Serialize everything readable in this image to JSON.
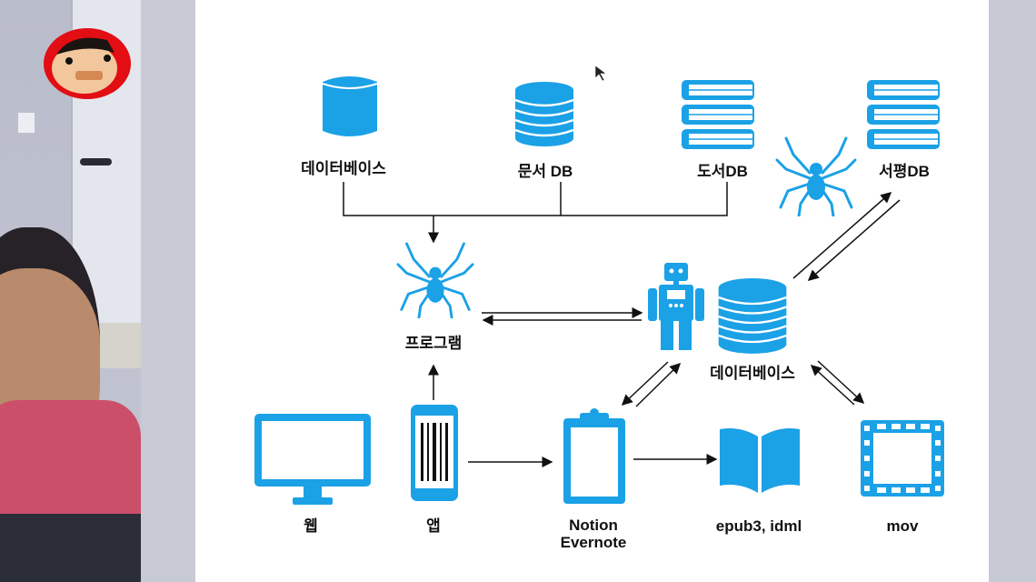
{
  "colors": {
    "accent": "#1ba1e6",
    "slide_bg": "#ffffff",
    "frame": "#c8cbd6"
  },
  "webcam": {
    "avatar_icon": "cartoon-face-avatar"
  },
  "diagram": {
    "top": [
      {
        "label": "데이터베이스",
        "icon": "database-cylinder-icon"
      },
      {
        "label": "문서 DB",
        "icon": "database-stack-icon"
      },
      {
        "label": "도서DB",
        "icon": "books-icon"
      },
      {
        "label": "서평DB",
        "icon": "books-icon"
      }
    ],
    "program": {
      "label": "프로그램",
      "icon": "spider-icon"
    },
    "center_db": {
      "label": "데이터베이스",
      "icon": "robot-database-icon"
    },
    "bottom": [
      {
        "label": "웹",
        "icon": "monitor-icon"
      },
      {
        "label": "앱",
        "icon": "phone-icon"
      },
      {
        "label": "Notion",
        "label2": "Evernote",
        "icon": "clipboard-icon"
      },
      {
        "label": "epub3, idml",
        "icon": "open-book-icon"
      },
      {
        "label": "mov",
        "icon": "film-icon"
      }
    ]
  }
}
